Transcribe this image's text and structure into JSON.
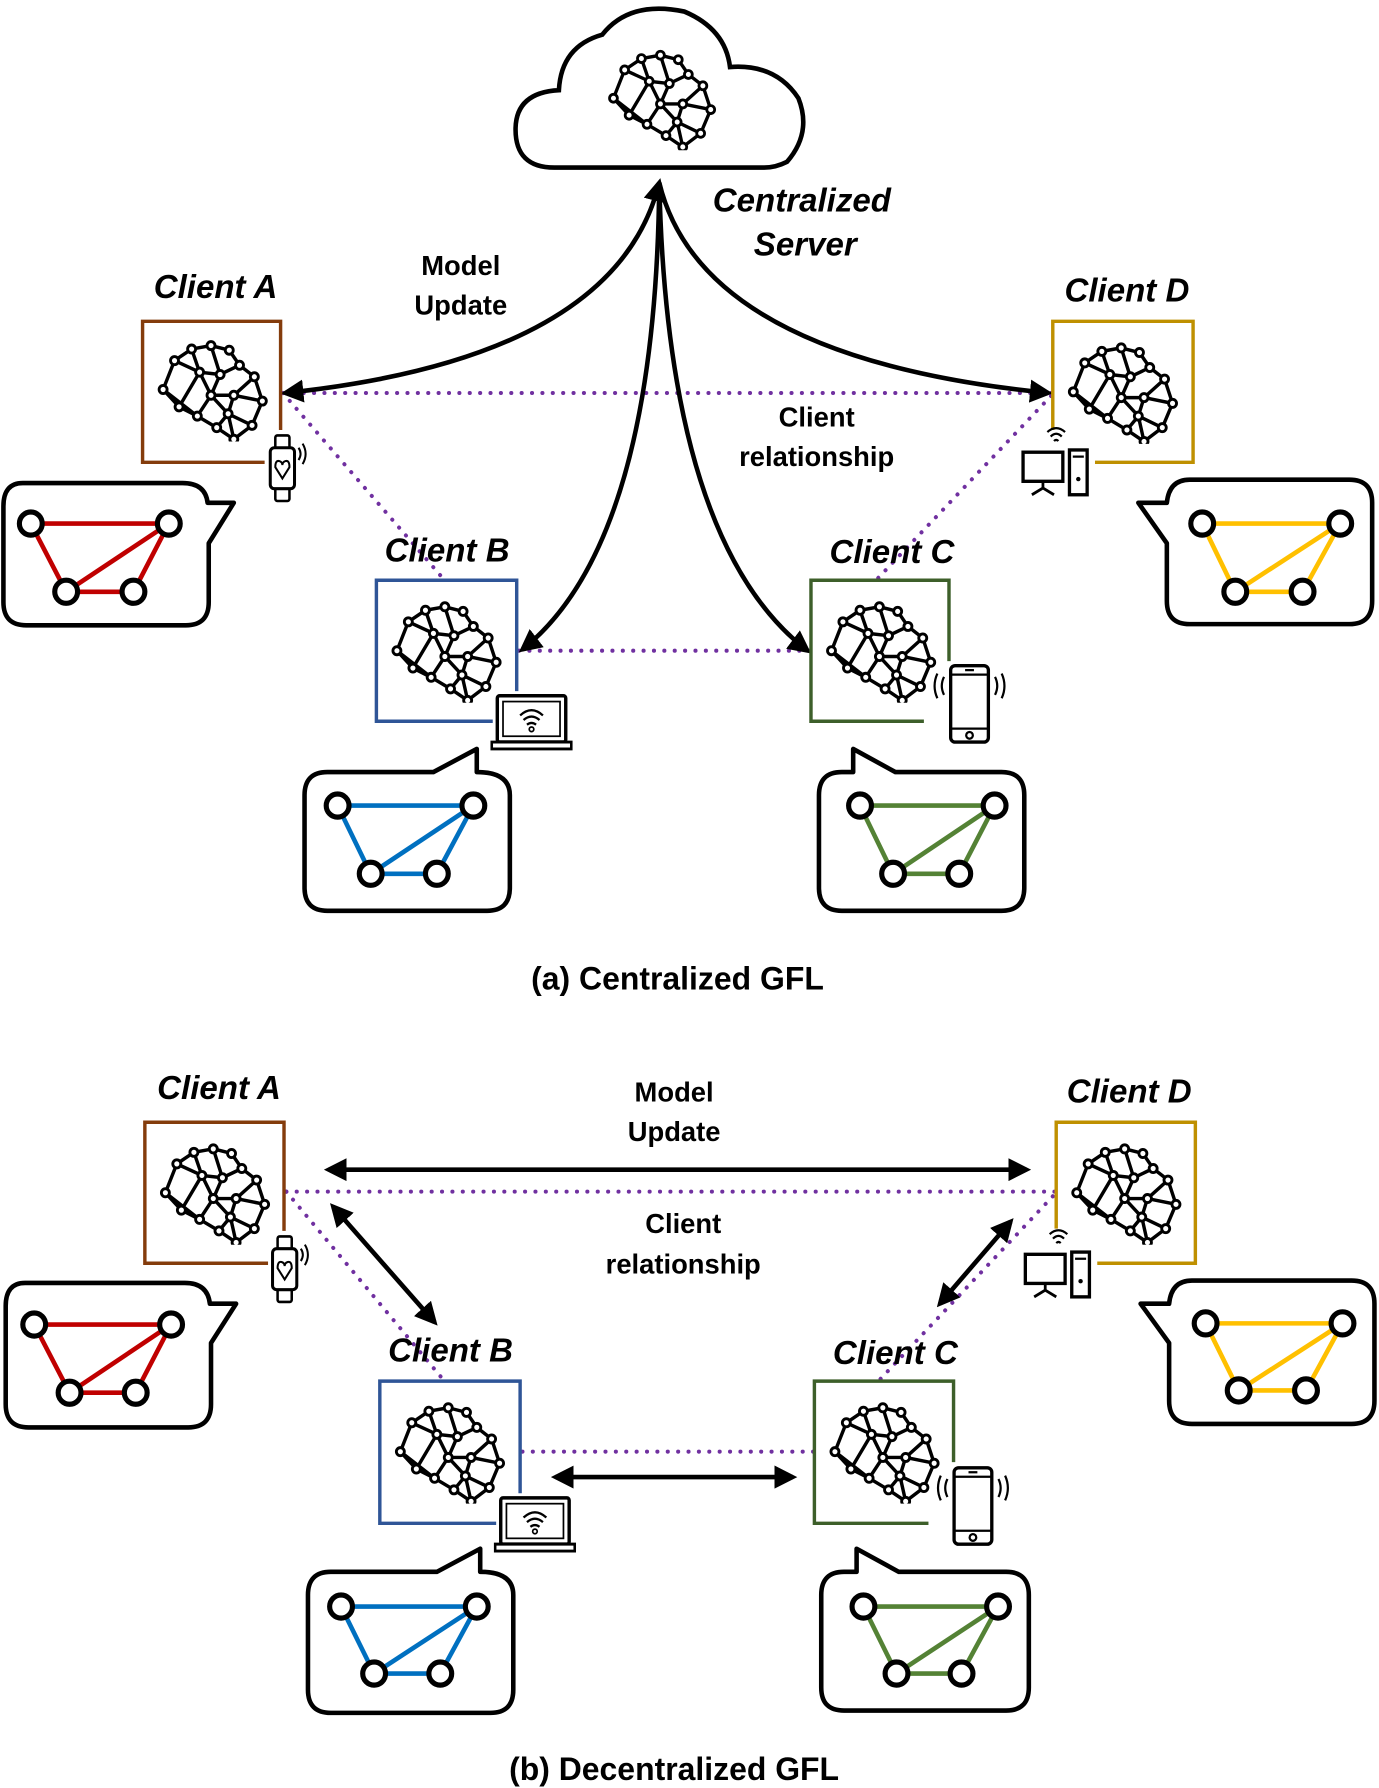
{
  "panel_a": {
    "server_label_line1": "Centralized",
    "server_label_line2": "Server",
    "model_update_line1": "Model",
    "model_update_line2": "Update",
    "client_relationship_line1": "Client",
    "client_relationship_line2": "relationship",
    "clients": {
      "a": "Client A",
      "b": "Client B",
      "c": "Client C",
      "d": "Client D"
    },
    "caption": "(a) Centralized GFL"
  },
  "panel_b": {
    "model_update_line1": "Model",
    "model_update_line2": "Update",
    "client_relationship_line1": "Client",
    "client_relationship_line2": "relationship",
    "clients": {
      "a": "Client A",
      "b": "Client B",
      "c": "Client C",
      "d": "Client D"
    },
    "caption": "(b) Decentralized GFL"
  },
  "colors": {
    "client_a_box": "#843C0C",
    "client_b_box": "#2F5597",
    "client_c_box": "#3D5F2A",
    "client_d_box": "#BF9000",
    "client_a_graph": "#C00000",
    "client_b_graph": "#0070C0",
    "client_c_graph": "#548235",
    "client_d_graph": "#FFC000",
    "relationship": "#7030A0"
  },
  "icons": {
    "client_a_device": "smartwatch-icon",
    "client_b_device": "laptop-icon",
    "client_c_device": "smartphone-icon",
    "client_d_device": "desktop-icon",
    "model": "neural-brain-icon",
    "server": "cloud-icon"
  }
}
